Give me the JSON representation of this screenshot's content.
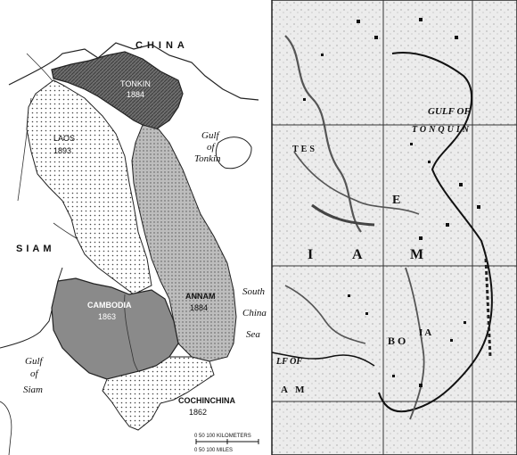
{
  "left_map": {
    "countries": {
      "china": "CHINA",
      "siam": "SIAM"
    },
    "regions": [
      {
        "id": "tonkin",
        "name": "TONKIN",
        "year": "1884",
        "fill": "#6f6f6f"
      },
      {
        "id": "laos",
        "name": "LAOS",
        "year": "1893",
        "fill": "#dcdcdc"
      },
      {
        "id": "annam",
        "name": "ANNAM",
        "year": "1884",
        "fill": "#b0b0b0"
      },
      {
        "id": "cambodia",
        "name": "CAMBODIA",
        "year": "1863",
        "fill": "#8a8a8a"
      },
      {
        "id": "cochinchina",
        "name": "COCHINCHINA",
        "year": "1862",
        "fill": "#d4d4d4"
      }
    ],
    "water": {
      "gulf_tonkin": [
        "Gulf",
        "of",
        "Tonkin"
      ],
      "south_china_sea": [
        "South",
        "China",
        "Sea"
      ],
      "gulf_siam": [
        "Gulf",
        "of",
        "Siam"
      ]
    },
    "scale": {
      "km": "0   50 100 KILOMETERS",
      "miles": "0     50      100 MILES"
    }
  },
  "right_map": {
    "labels": {
      "gulf_of_top": "GULF OF",
      "tonquin": "TONQUIN",
      "siam_i": "I",
      "siam_a": "A",
      "siam_m": "M",
      "gulf_of_left": "LF OF",
      "cam": "A M",
      "e": "E",
      "tes": "TES",
      "bo": "BO",
      "ia": "IA"
    }
  }
}
